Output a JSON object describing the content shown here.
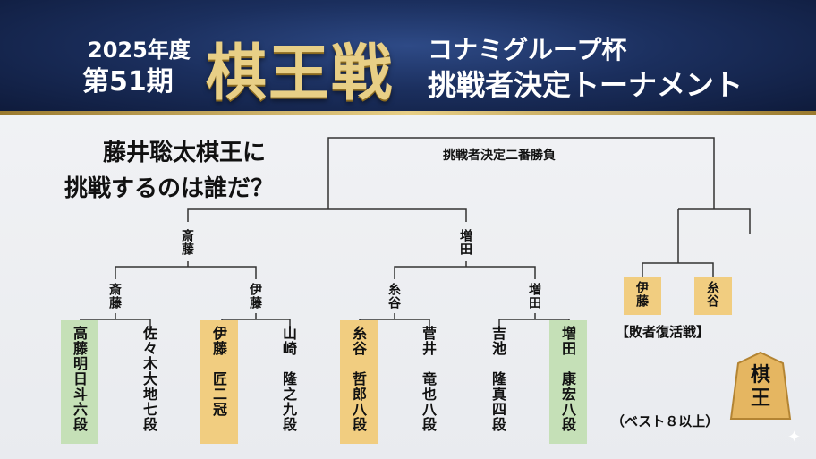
{
  "header": {
    "year": "2025年度",
    "term": "第51期",
    "title": "棋王戦",
    "cup": "コナミグループ杯",
    "tourney": "挑戦者決定トーナメント"
  },
  "question": {
    "line1": "藤井聡太棋王に",
    "line2": "挑戦するのは誰だ？"
  },
  "bracket": {
    "final_label": "挑戦者決定二番勝負",
    "semi_left": "斎藤",
    "semi_right": "増田",
    "qf": [
      "斎藤",
      "伊藤",
      "糸谷",
      "増田"
    ],
    "players": [
      "高藤明日斗六段",
      "佐々木大地七段",
      "伊藤　匠二冠",
      "山崎　隆之九段",
      "糸谷　哲郎八段",
      "菅井　竜也八段",
      "吉池　隆真四段",
      "増田　康宏八段"
    ],
    "loser_players": [
      "伊藤",
      "糸谷"
    ],
    "loser_label": "【敗者復活戦】",
    "best8_label": "（ベスト８以上）",
    "piece_char": "棋王"
  },
  "colors": {
    "header_bg": "#1b2f5e",
    "gold": "#e8cf86",
    "green_box": "#c5e0b7",
    "gold_box": "#f1cd80"
  }
}
